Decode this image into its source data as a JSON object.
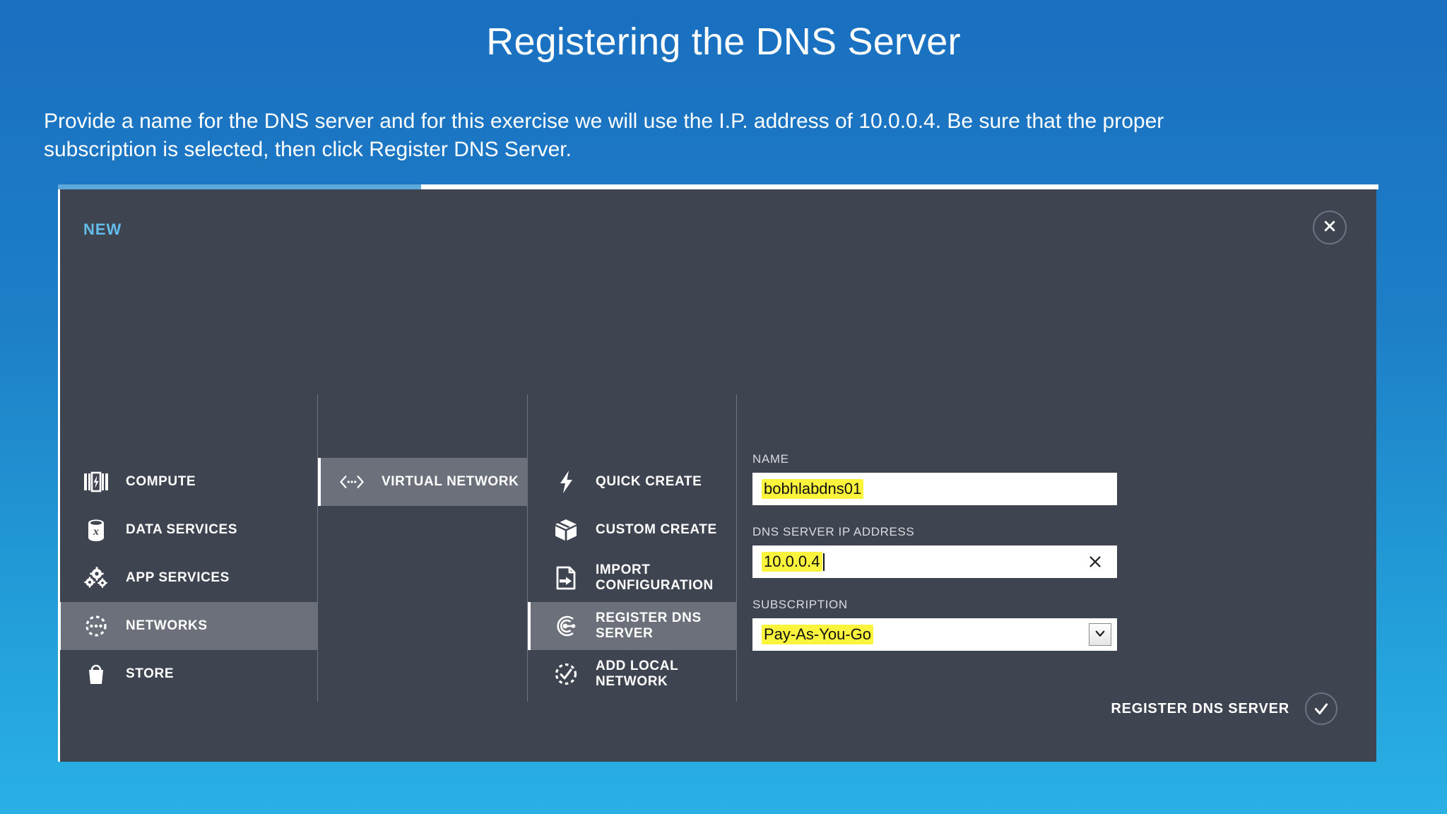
{
  "slide": {
    "title": "Registering the DNS Server",
    "description": "Provide a name for the DNS server and for this exercise we will use the I.P. address of 10.0.0.4.  Be sure that the proper subscription is selected, then click Register DNS Server."
  },
  "portal": {
    "new_label": "NEW",
    "close_icon": "close-icon",
    "categories": [
      {
        "label": "COMPUTE",
        "icon": "compute-icon",
        "selected": false
      },
      {
        "label": "DATA SERVICES",
        "icon": "data-services-icon",
        "selected": false
      },
      {
        "label": "APP SERVICES",
        "icon": "app-services-icon",
        "selected": false
      },
      {
        "label": "NETWORKS",
        "icon": "networks-icon",
        "selected": true
      },
      {
        "label": "STORE",
        "icon": "store-icon",
        "selected": false
      }
    ],
    "services": [
      {
        "label": "VIRTUAL NETWORK",
        "icon": "virtual-network-icon",
        "selected": true
      }
    ],
    "actions": [
      {
        "label": "QUICK CREATE",
        "icon": "lightning-icon",
        "selected": false
      },
      {
        "label": "CUSTOM CREATE",
        "icon": "box-icon",
        "selected": false
      },
      {
        "label": "IMPORT CONFIGURATION",
        "icon": "import-file-icon",
        "selected": false
      },
      {
        "label": "REGISTER DNS SERVER",
        "icon": "register-dns-icon",
        "selected": true
      },
      {
        "label": "ADD LOCAL NETWORK",
        "icon": "check-dashed-circle-icon",
        "selected": false
      }
    ],
    "form": {
      "name": {
        "label": "NAME",
        "value": "bobhlabdns01"
      },
      "dns_ip": {
        "label": "DNS SERVER IP ADDRESS",
        "value": "10.0.0.4",
        "clear_icon": "close-icon"
      },
      "subscription": {
        "label": "SUBSCRIPTION",
        "value": "Pay-As-You-Go",
        "chevron_icon": "chevron-down-icon"
      }
    },
    "footer": {
      "action_label": "REGISTER DNS SERVER",
      "action_icon": "check-icon"
    }
  },
  "colors": {
    "background_top": "#1a6fc0",
    "background_bottom": "#29b0e4",
    "panel": "#3f4550",
    "panel_selected": "#6b707a",
    "accent_new": "#62bdea",
    "highlight": "#fbf43c"
  }
}
